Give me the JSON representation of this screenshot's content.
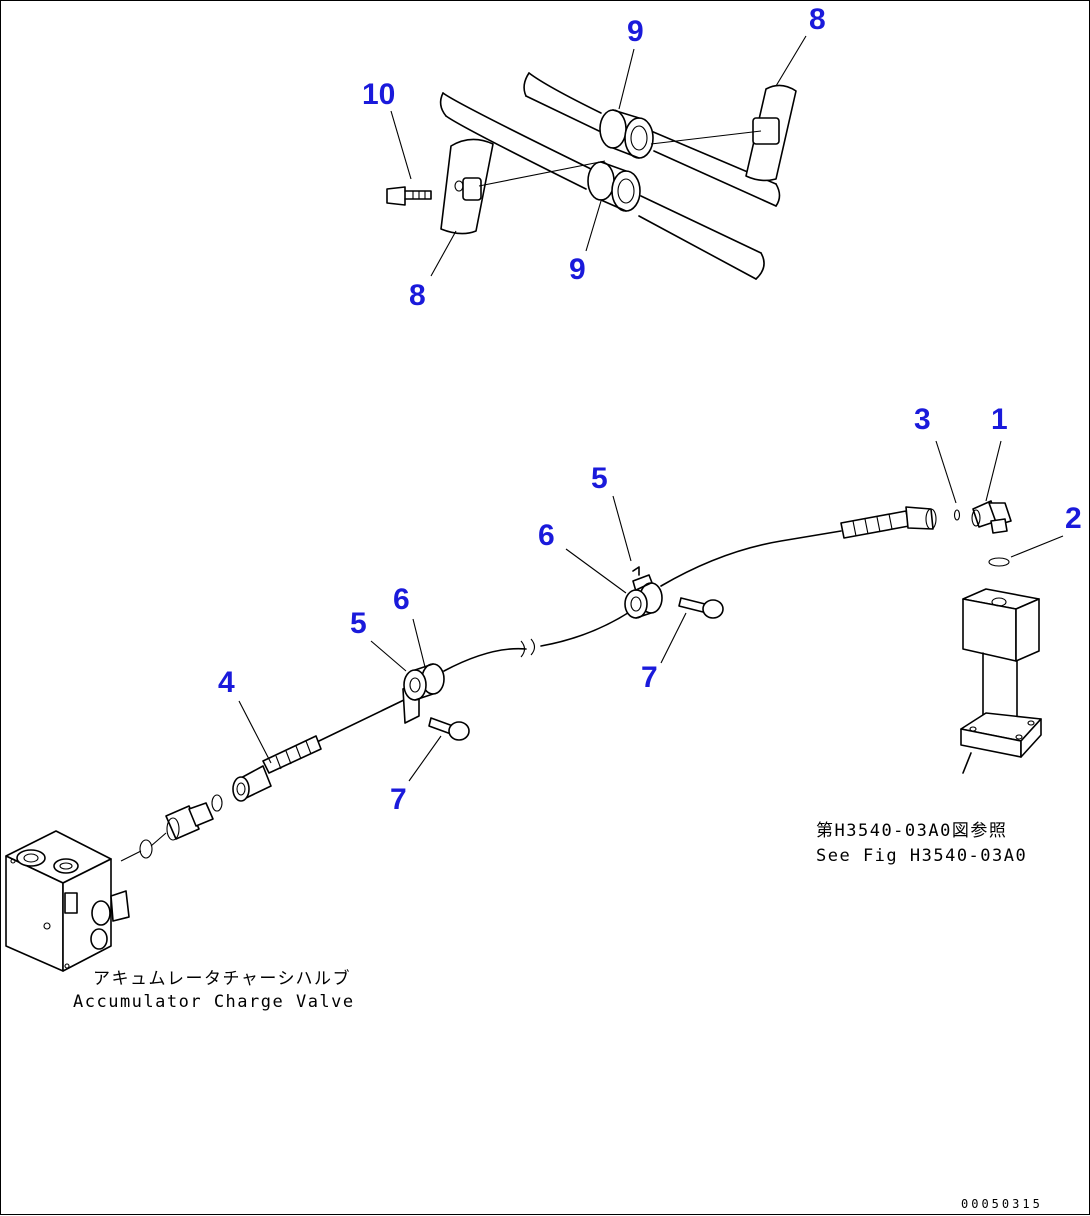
{
  "callouts": {
    "c10": "10",
    "c9_top": "9",
    "c8_top": "8",
    "c8_left": "8",
    "c9_bottom": "9",
    "c3": "3",
    "c1": "1",
    "c2": "2",
    "c5_right": "5",
    "c6_right": "6",
    "c7_right": "7",
    "c6_left": "6",
    "c5_left": "5",
    "c4": "4",
    "c7_left": "7"
  },
  "notes": {
    "valve_jp": "アキュムレータチャーシハルブ",
    "valve_en": "Accumulator Charge Valve",
    "ref_jp": "第H3540-03A0図参照",
    "ref_en": "See Fig H3540-03A0"
  },
  "drawing_code": "00050315",
  "colors": {
    "callout": "#1a1adb",
    "line": "#000000"
  }
}
